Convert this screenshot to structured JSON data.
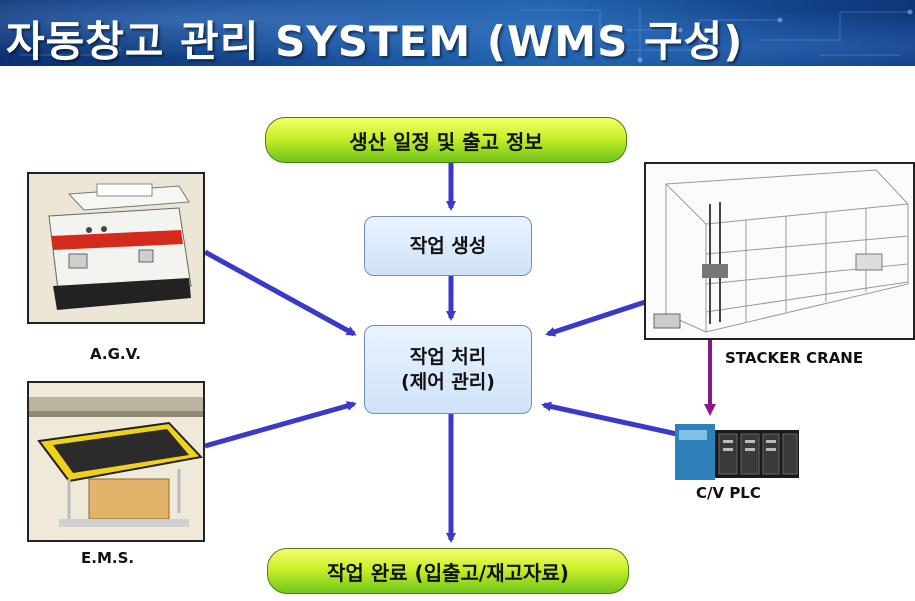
{
  "header": {
    "title": "자동창고 관리 SYSTEM (WMS 구성)"
  },
  "flow": {
    "input": "생산 일정 및 출고 정보",
    "create": "작업 생성",
    "process_line1": "작업 처리",
    "process_line2": "(제어 관리)",
    "output": "작업 완료 (입출고/재고자료)"
  },
  "devices": {
    "agv": "A.G.V.",
    "ems": "E.M.S.",
    "stacker": "STACKER CRANE",
    "plc": "C/V PLC"
  },
  "colors": {
    "arrow": "#3a3ac8",
    "plc_arrow": "#8a168a",
    "pill_green": "#6ec51a",
    "header_blue": "#164c94"
  }
}
